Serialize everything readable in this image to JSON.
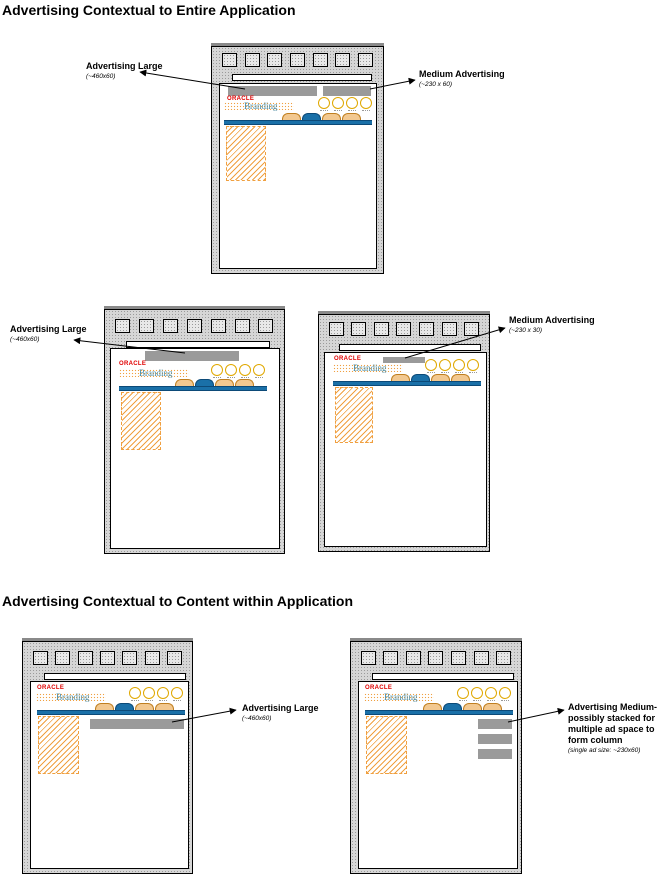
{
  "sections": {
    "app_title": "Advertising Contextual to Entire Application",
    "content_title": "Advertising Contextual to Content within Application"
  },
  "mock": {
    "oracle_logo": "ORACLE",
    "branding": "Branding"
  },
  "labels": {
    "d1_large": {
      "title": "Advertising Large",
      "size": "(~460x60)"
    },
    "d1_medium": {
      "title": "Medium Advertising",
      "size": "(~230 x 60)"
    },
    "d2_large": {
      "title": "Advertising Large",
      "size": "(~460x60)"
    },
    "d3_medium": {
      "title": "Medium Advertising",
      "size": "(~230 x 30)"
    },
    "d4_large": {
      "title": "Advertising Large",
      "size": "(~460x60)"
    },
    "d5_medium": {
      "line1": "Advertising Medium-",
      "line2": "possibly stacked for",
      "line3": "multiple ad space to",
      "line4": "form column",
      "size": "(single ad size: ~230x60)"
    }
  },
  "colors": {
    "ad_gray": "#9a9a9a",
    "nav_blue": "#1a70a8",
    "tab_tan": "#f2c890",
    "accent_orange": "#f0a040",
    "oracle_red": "#e00000"
  }
}
